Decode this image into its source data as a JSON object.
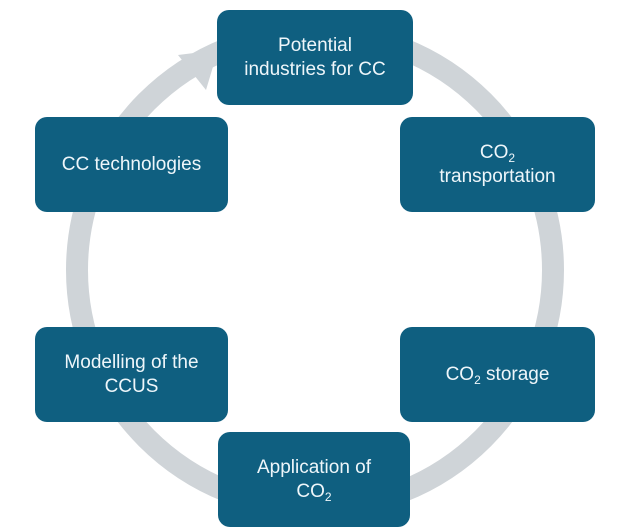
{
  "colors": {
    "box": "#0f5f80",
    "ring": "#cfd4d8",
    "text": "#eef6fa"
  },
  "steps": [
    {
      "line1": "Potential",
      "line2": "industries for CC"
    },
    {
      "pre": "CO",
      "sub": "2",
      "line2": "transportation"
    },
    {
      "pre": "CO",
      "sub": "2",
      "post": " storage"
    },
    {
      "line1": "Application of",
      "pre": "CO",
      "sub": "2"
    },
    {
      "line1": "Modelling of the",
      "line2": "CCUS"
    },
    {
      "line1": "CC technologies"
    }
  ]
}
